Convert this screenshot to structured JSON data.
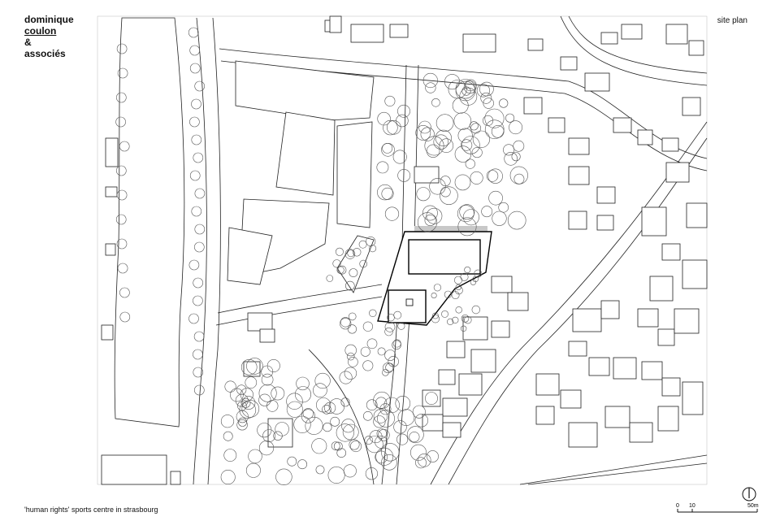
{
  "firm": {
    "line1": "dominique",
    "line2": "coulon",
    "line3": "&",
    "line4": "associés"
  },
  "sheet_title": "site plan",
  "caption": "'human rights' sports centre in strasbourg",
  "scale": {
    "label_0": "0",
    "label_10": "10",
    "label_50": "50m"
  },
  "north_icon": "north-arrow-icon"
}
